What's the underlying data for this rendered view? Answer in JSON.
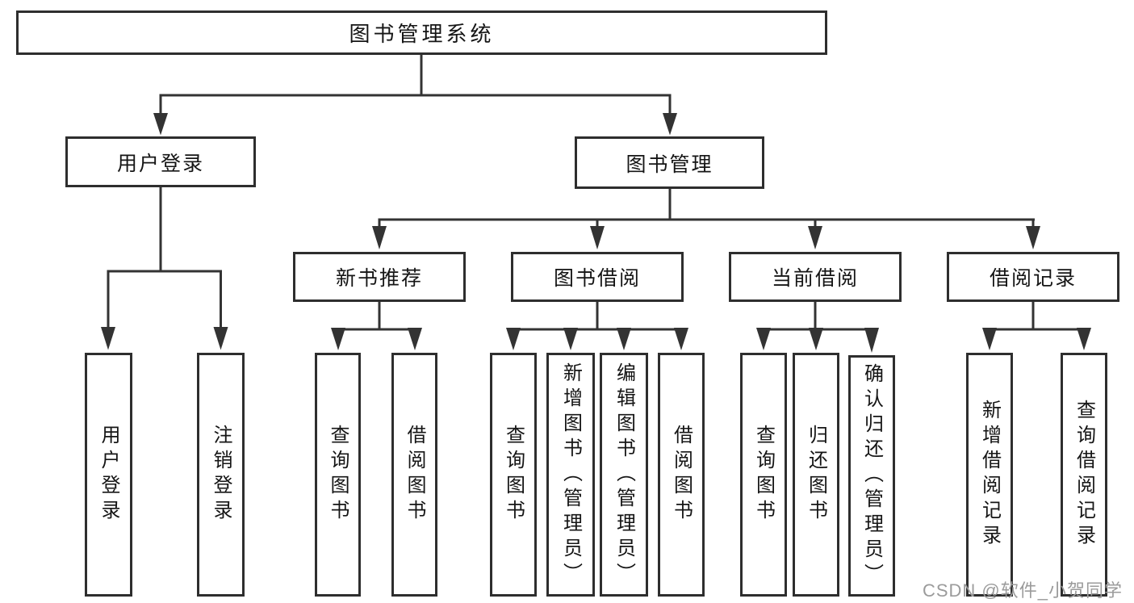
{
  "nodes": {
    "root": "图书管理系统",
    "user_login": "用户登录",
    "book_mgmt": "图书管理",
    "login_user": "用户登录",
    "login_logout": "注销登录",
    "new_book_rec": "新书推荐",
    "book_borrow": "图书借阅",
    "current_borrow": "当前借阅",
    "borrow_records": "借阅记录",
    "rec_query_books": "查询图书",
    "rec_borrow_books": "借阅图书",
    "bb_query_books": "查询图书",
    "bb_add_books": "新增图书（管理员）",
    "bb_edit_books": "编辑图书（管理员）",
    "bb_borrow_books": "借阅图书",
    "cb_query_books": "查询图书",
    "cb_return_books": "归还图书",
    "cb_confirm_return": "确认归还（管理员）",
    "br_add_record": "新增借阅记录",
    "br_query_record": "查询借阅记录"
  },
  "watermark": "CSDN @软件_小贺同学",
  "colors": {
    "line": "#333333",
    "box_border": "#2e2e2e",
    "text": "#151515",
    "watermark": "#9b9b9b",
    "background": "#ffffff"
  }
}
